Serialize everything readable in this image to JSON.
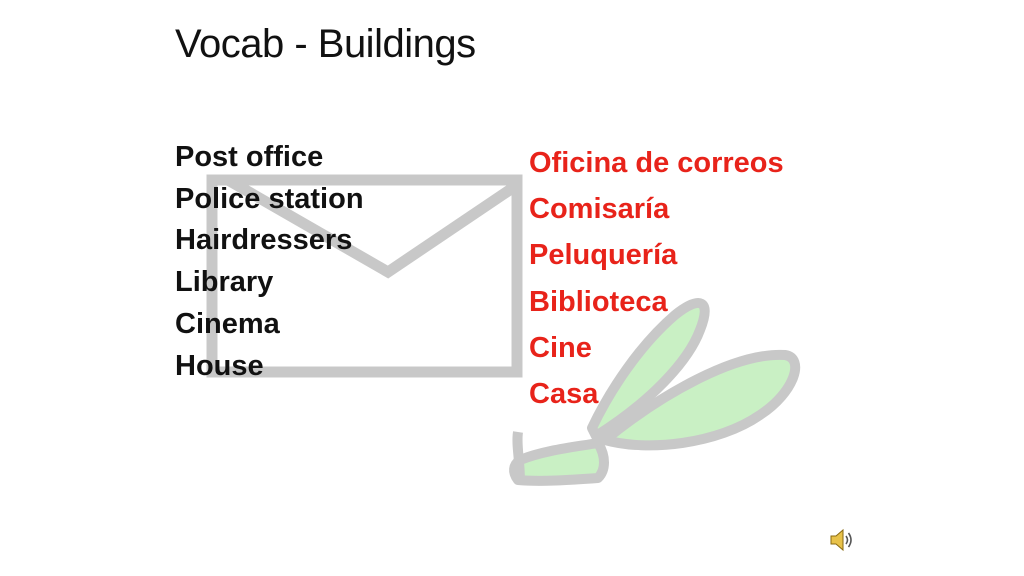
{
  "slide": {
    "title": "Vocab - Buildings"
  },
  "vocab": {
    "english": [
      "Post office",
      "Police station",
      "Hairdressers",
      "Library",
      "Cinema",
      "House"
    ],
    "spanish": [
      "Oficina de correos",
      "Comisaría",
      "Peluquería",
      "Biblioteca",
      "Cine",
      "Casa"
    ]
  },
  "colors": {
    "english_text": "#111111",
    "spanish_text": "#e8231a",
    "envelope_stroke": "#c8c8c8",
    "leaf_fill": "#c9f0c4"
  },
  "icons": {
    "envelope": "envelope-icon",
    "leaf": "leaf-icon",
    "speaker": "speaker-icon"
  }
}
